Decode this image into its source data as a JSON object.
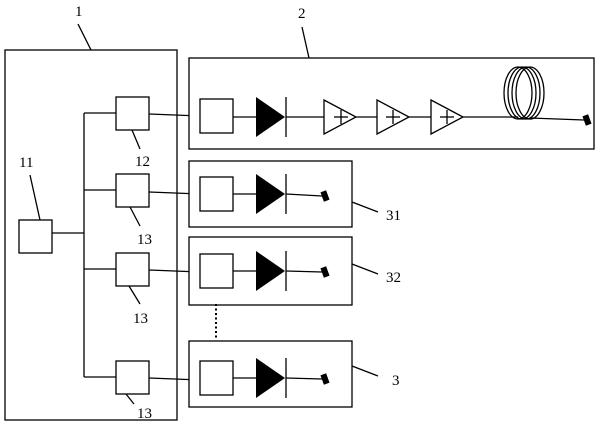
{
  "labels": {
    "unit_1": "1",
    "unit_2": "2",
    "unit_11": "11",
    "unit_12": "12",
    "unit_13_a": "13",
    "unit_13_b": "13",
    "unit_13_c": "13",
    "unit_31": "31",
    "unit_32": "32",
    "unit_3": "3"
  }
}
